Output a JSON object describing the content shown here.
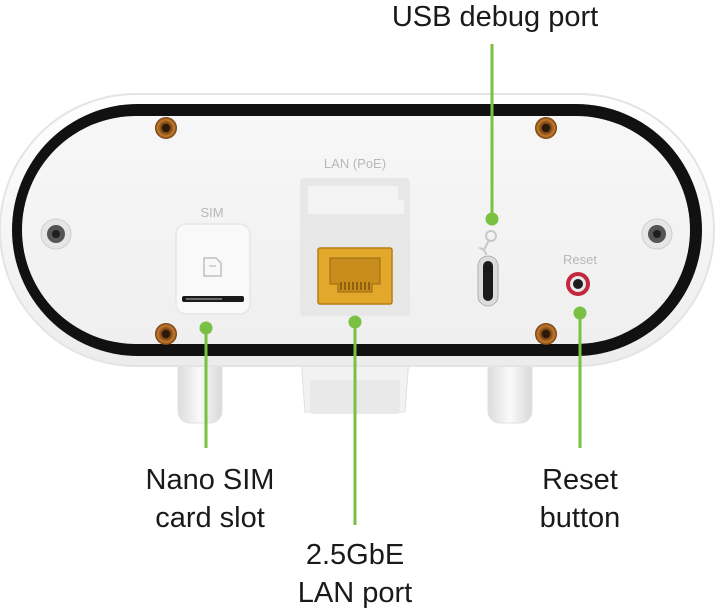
{
  "device_labels": {
    "lan": "LAN (PoE)",
    "sim": "SIM",
    "reset": "Reset"
  },
  "callouts": {
    "usb_debug": "USB debug port",
    "nano_sim": [
      "Nano SIM",
      "card slot"
    ],
    "lan_port": [
      "2.5GbE",
      "LAN port"
    ],
    "reset_button": [
      "Reset",
      "button"
    ]
  },
  "colors": {
    "accent_green": "#7ac143",
    "bezel": "#111111",
    "shell": "#f4f4f4",
    "port_gold": "#e1a82b",
    "reset_red": "#c0283d",
    "screw": "#b0651f"
  }
}
